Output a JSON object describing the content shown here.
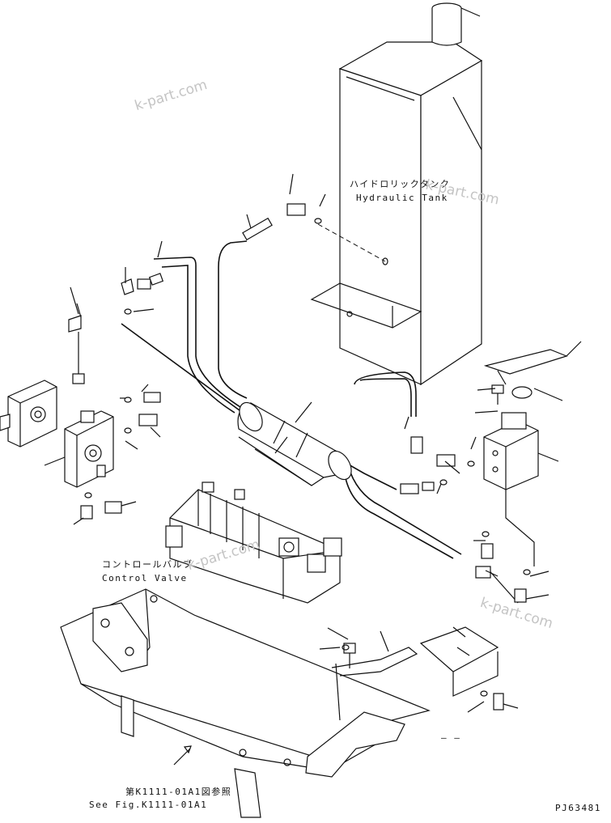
{
  "labels": {
    "hydraulic_tank_jp": "ハイドロリックタンク",
    "hydraulic_tank_en": "Hydraulic Tank",
    "control_valve_jp": "コントロールバルブ",
    "control_valve_en": "Control Valve",
    "see_fig_jp": "第K1111-01A1図参照",
    "see_fig_en": "See Fig.K1111-01A1",
    "drawing_no": "PJ63481",
    "dash_mark": "– –"
  },
  "watermarks": [
    "k-part.com",
    "k-part.com",
    "k-part.com",
    "k-part.com"
  ]
}
